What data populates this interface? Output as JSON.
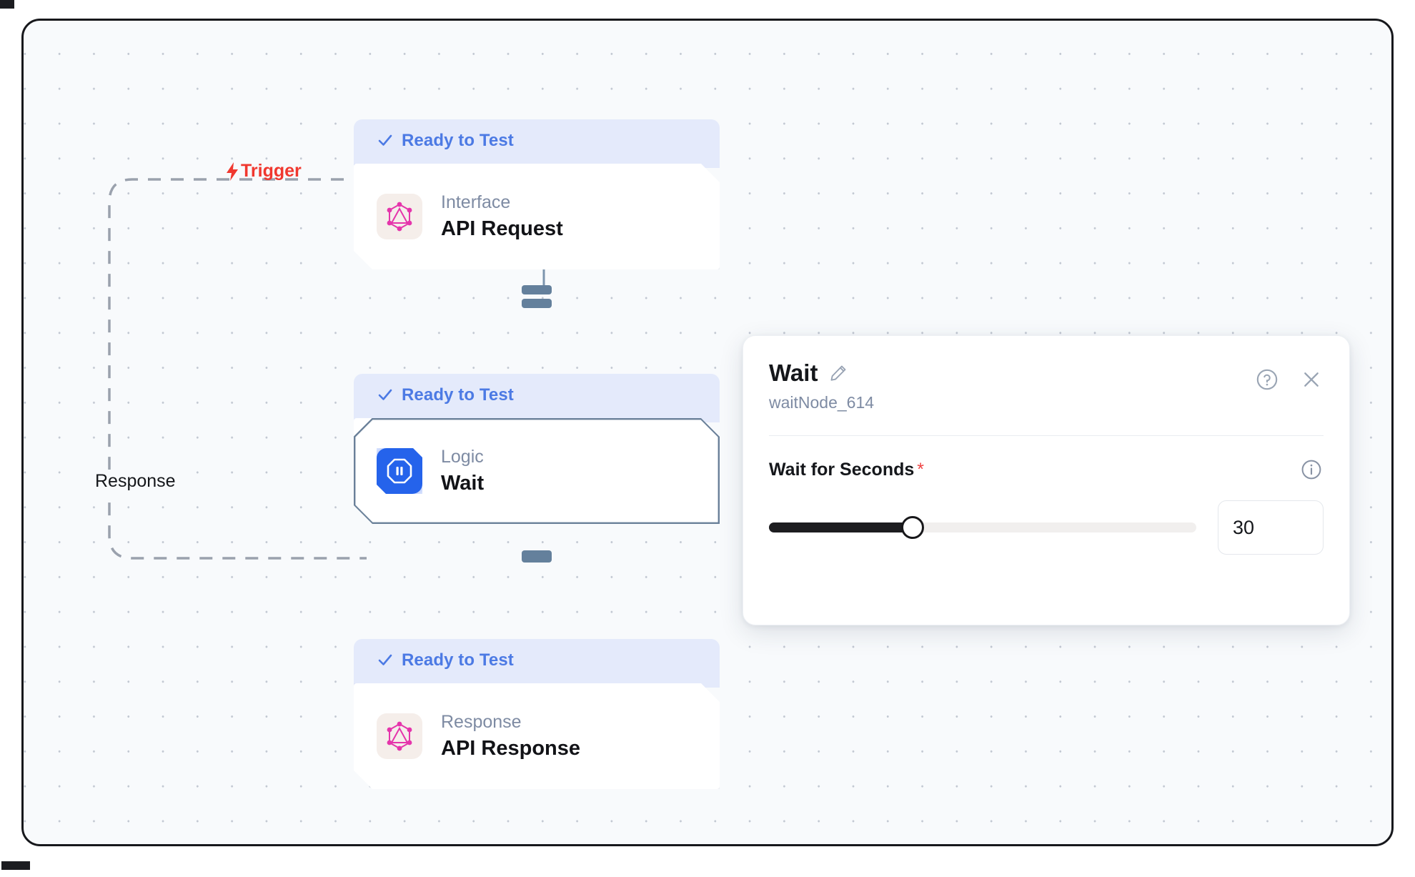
{
  "canvas": {
    "grid": "dot-grid",
    "background_color": "#f8fafc",
    "border_color": "#17181c"
  },
  "labels": {
    "trigger": "Trigger",
    "trigger_color": "#f0382f",
    "trigger_icon": "lightning-bolt-icon",
    "response": "Response"
  },
  "nodes": [
    {
      "status": "Ready to Test",
      "kind": "Interface",
      "title": "API Request",
      "icon": "graphql-icon",
      "selected": false
    },
    {
      "status": "Ready to Test",
      "kind": "Logic",
      "title": "Wait",
      "icon": "pause-octagon-icon",
      "selected": true
    },
    {
      "status": "Ready to Test",
      "kind": "Response",
      "title": "API Response",
      "icon": "graphql-icon",
      "selected": false
    }
  ],
  "panel": {
    "title": "Wait",
    "edit_icon": "pencil-icon",
    "node_id": "waitNode_614",
    "help_icon": "help-circle-icon",
    "close_icon": "close-icon",
    "field": {
      "label": "Wait for Seconds",
      "required_marker": "*",
      "info_icon": "info-circle-icon",
      "value": "30",
      "slider_percent": 33.6,
      "slider_fill_color": "#1d1d20",
      "slider_track_color": "#f1efee"
    }
  },
  "theme": {
    "status_text_color": "#4c7ae4",
    "status_bg_color": "#e4eafb",
    "node_kind_color": "#7e8ba3",
    "node_title_color": "#121317",
    "handle_color": "#64809c",
    "logic_icon_color": "#2563eb",
    "graphql_icon_color": "#e535ab"
  }
}
